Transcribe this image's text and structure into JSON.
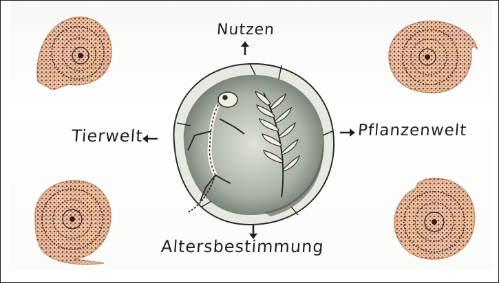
{
  "labels": {
    "top": "Nutzen",
    "left": "Tierwelt",
    "right": "Pflanzenwelt",
    "bottom": "Altersbestimmung"
  },
  "icons": {
    "center": "fossil-disc-icon",
    "fossils": [
      "ammonite-fossil-icon",
      "ammonite-fossil-icon",
      "ammonite-fossil-icon",
      "ammonite-fossil-icon"
    ]
  },
  "colors": {
    "background": "#ffffff",
    "ammonite_fill": "#f0c49e",
    "ammonite_dots": "#4a1f2e",
    "stone": "#9fa99e",
    "text": "#1e1e1e"
  }
}
